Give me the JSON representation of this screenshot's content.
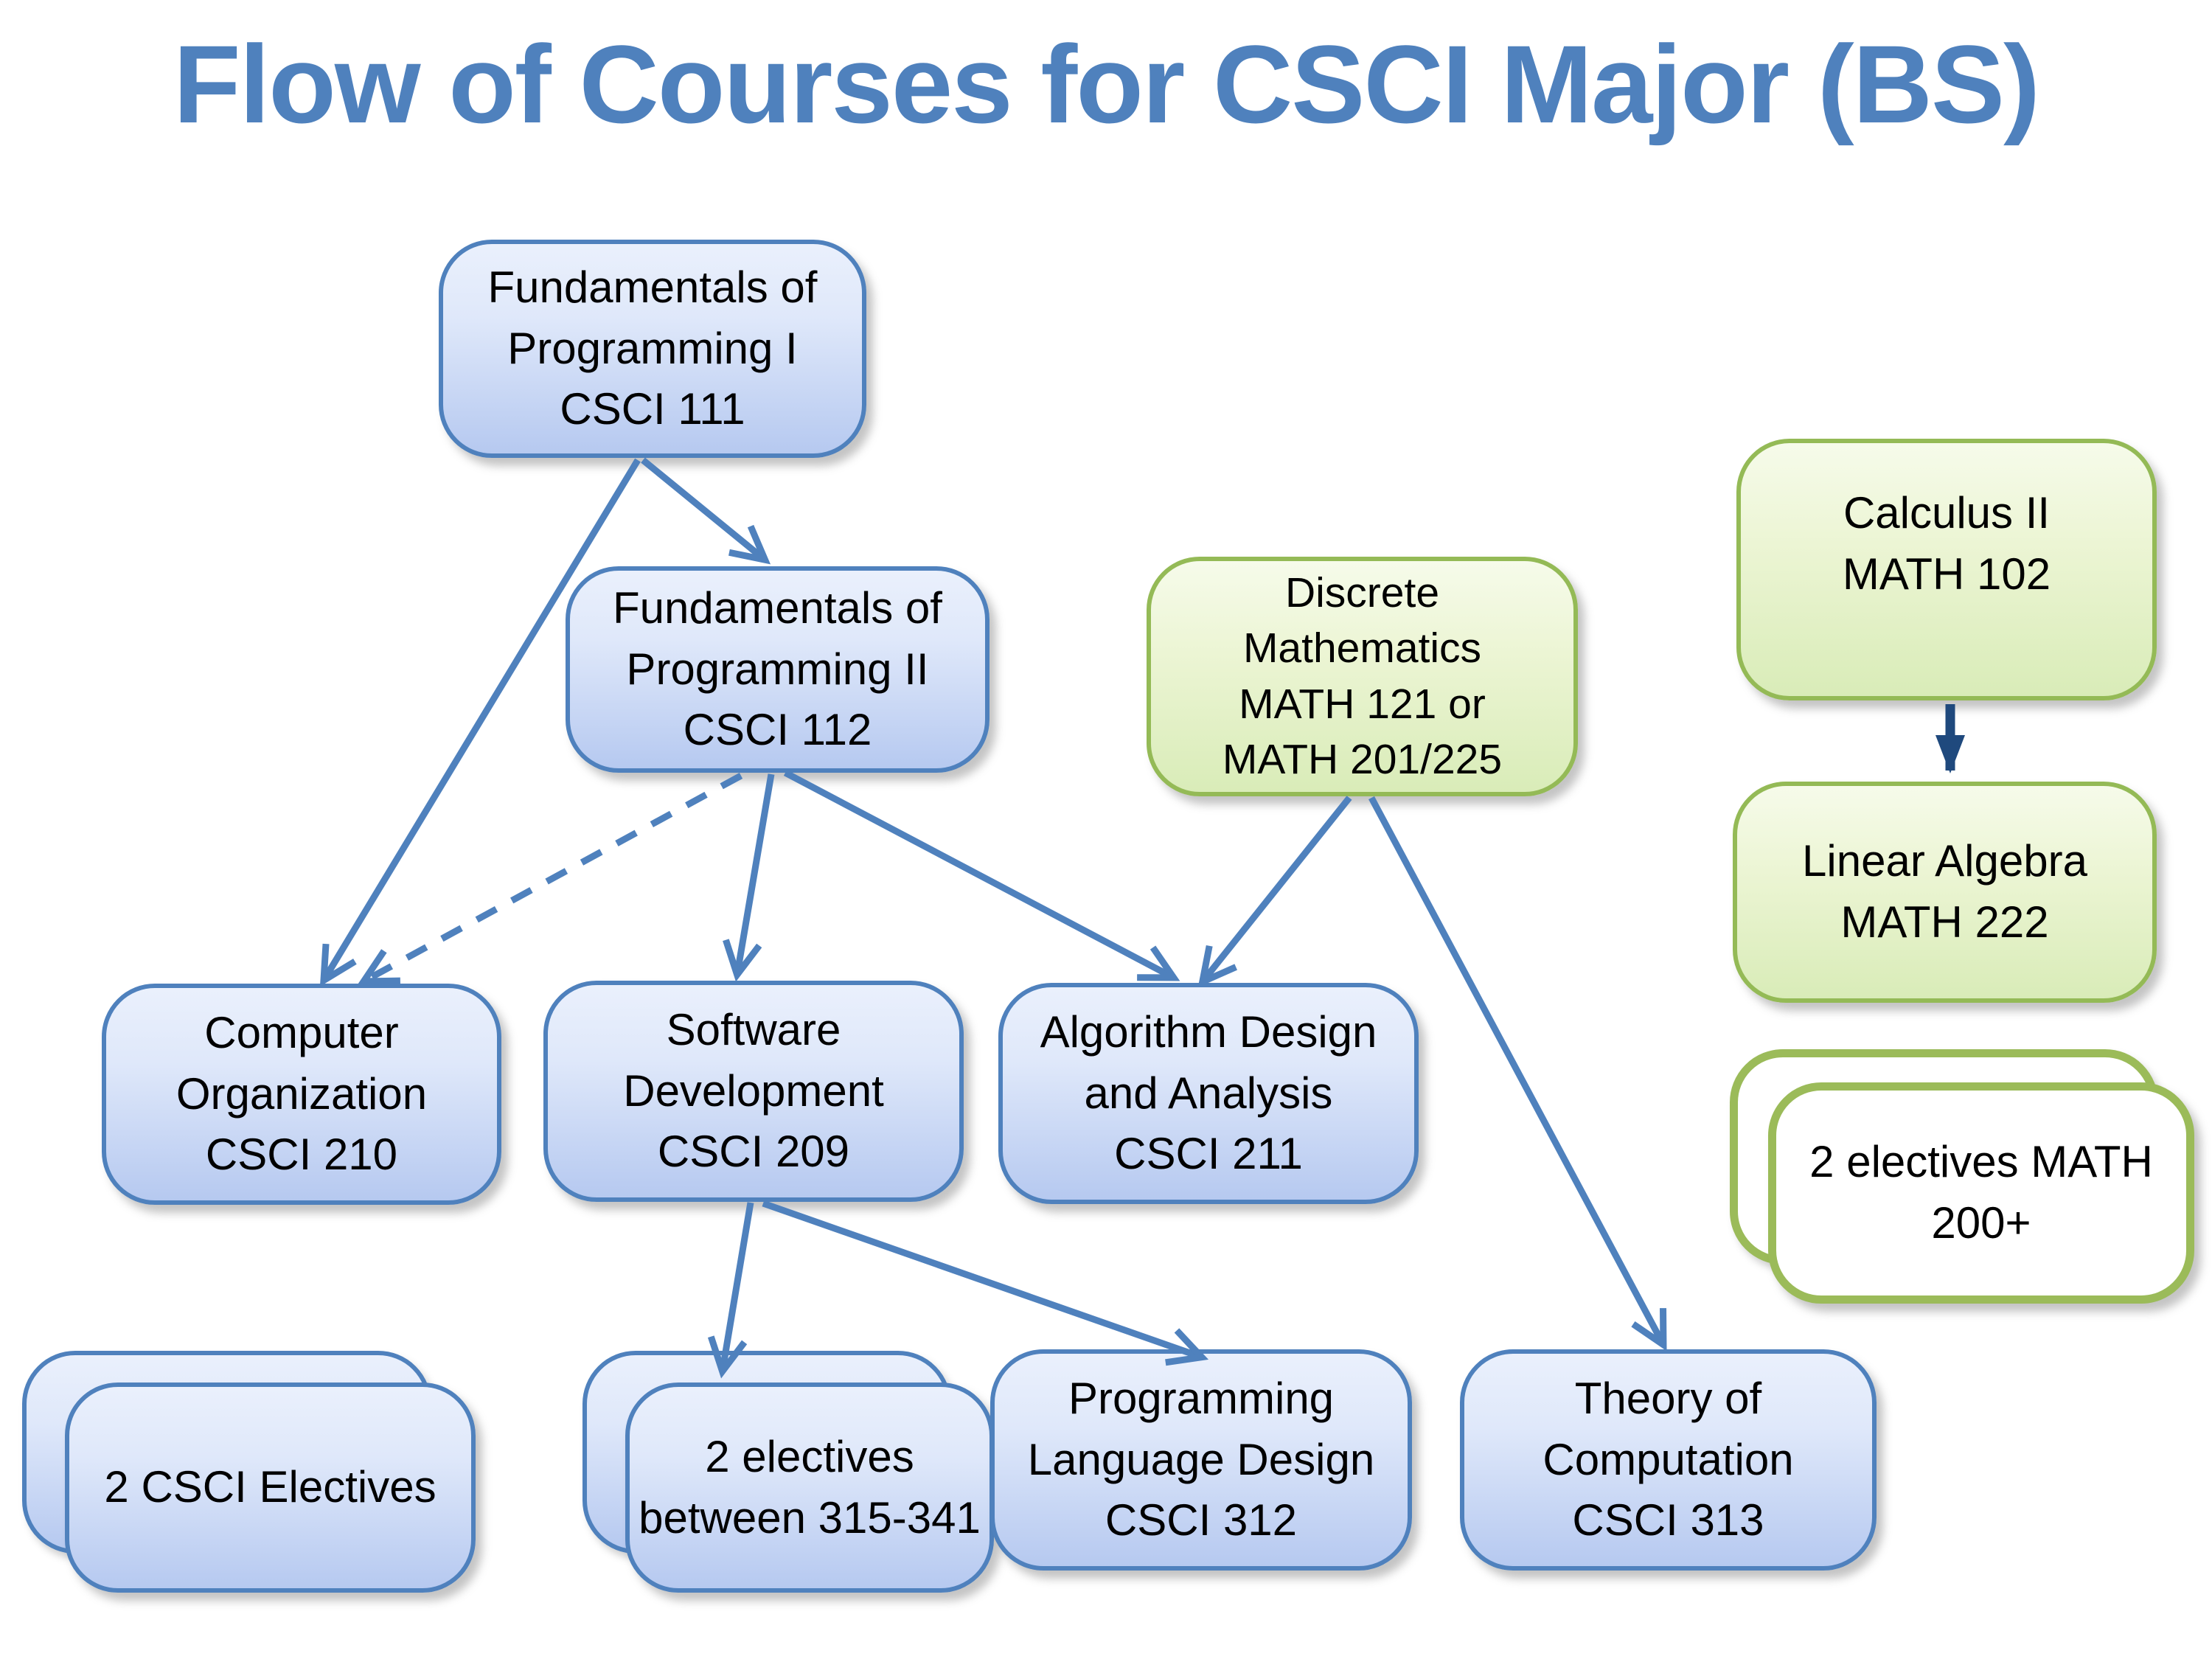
{
  "title": "Flow of Courses for CSCI Major (BS)",
  "colors": {
    "title_blue": "#4f81bd",
    "blue_box_border": "#4f81bd",
    "blue_box_fill_top": "#eaf0fc",
    "blue_box_fill_bottom": "#b6c9f0",
    "green_box_border": "#94ba56",
    "green_box_fill_top": "#f6fbea",
    "green_box_fill_bottom": "#d9ecb8",
    "white_green_border": "#9bbb59",
    "arrow_steel_blue": "#4f81bd",
    "arrow_navy": "#1f497d",
    "text": "#000000"
  },
  "nodes": {
    "csci111": {
      "lines": [
        "Fundamentals of",
        "Programming I",
        "CSCI 111"
      ]
    },
    "csci112": {
      "lines": [
        "Fundamentals of",
        "Programming II",
        "CSCI 112"
      ]
    },
    "discrete": {
      "lines": [
        "Discrete",
        "Mathematics",
        "MATH 121 or",
        "MATH 201/225"
      ]
    },
    "calc2": {
      "lines": [
        "Calculus II",
        "MATH 102"
      ]
    },
    "linalg": {
      "lines": [
        "Linear Algebra",
        "MATH 222"
      ]
    },
    "comporg": {
      "lines": [
        "Computer",
        "Organization",
        "CSCI 210"
      ]
    },
    "softdev": {
      "lines": [
        "Software",
        "Development",
        "CSCI 209"
      ]
    },
    "algo": {
      "lines": [
        "Algorithm Design",
        "and Analysis",
        "CSCI 211"
      ]
    },
    "csci_electives": {
      "lines": [
        "2 CSCI Electives"
      ]
    },
    "electives315": {
      "lines": [
        "2 electives",
        "between 315-341"
      ]
    },
    "pld": {
      "lines": [
        "Programming",
        "Language Design",
        "CSCI 312"
      ]
    },
    "theory": {
      "lines": [
        "Theory of",
        "Computation",
        "CSCI 313"
      ]
    },
    "math200": {
      "lines": [
        "2 electives MATH",
        "200+"
      ]
    }
  },
  "edges": [
    {
      "from": "CSCI 111",
      "to": "CSCI 112",
      "style": "solid"
    },
    {
      "from": "CSCI 111",
      "to": "CSCI 210",
      "style": "solid"
    },
    {
      "from": "CSCI 112",
      "to": "CSCI 210",
      "style": "dashed"
    },
    {
      "from": "CSCI 112",
      "to": "CSCI 209",
      "style": "solid"
    },
    {
      "from": "CSCI 112",
      "to": "CSCI 211",
      "style": "solid"
    },
    {
      "from": "MATH 121 / MATH 201/225",
      "to": "CSCI 211",
      "style": "solid"
    },
    {
      "from": "MATH 121 / MATH 201/225",
      "to": "CSCI 313",
      "style": "solid"
    },
    {
      "from": "CSCI 209",
      "to": "2 electives between 315-341",
      "style": "solid"
    },
    {
      "from": "CSCI 209",
      "to": "CSCI 312",
      "style": "solid"
    },
    {
      "from": "MATH 102",
      "to": "MATH 222",
      "style": "solid"
    }
  ]
}
